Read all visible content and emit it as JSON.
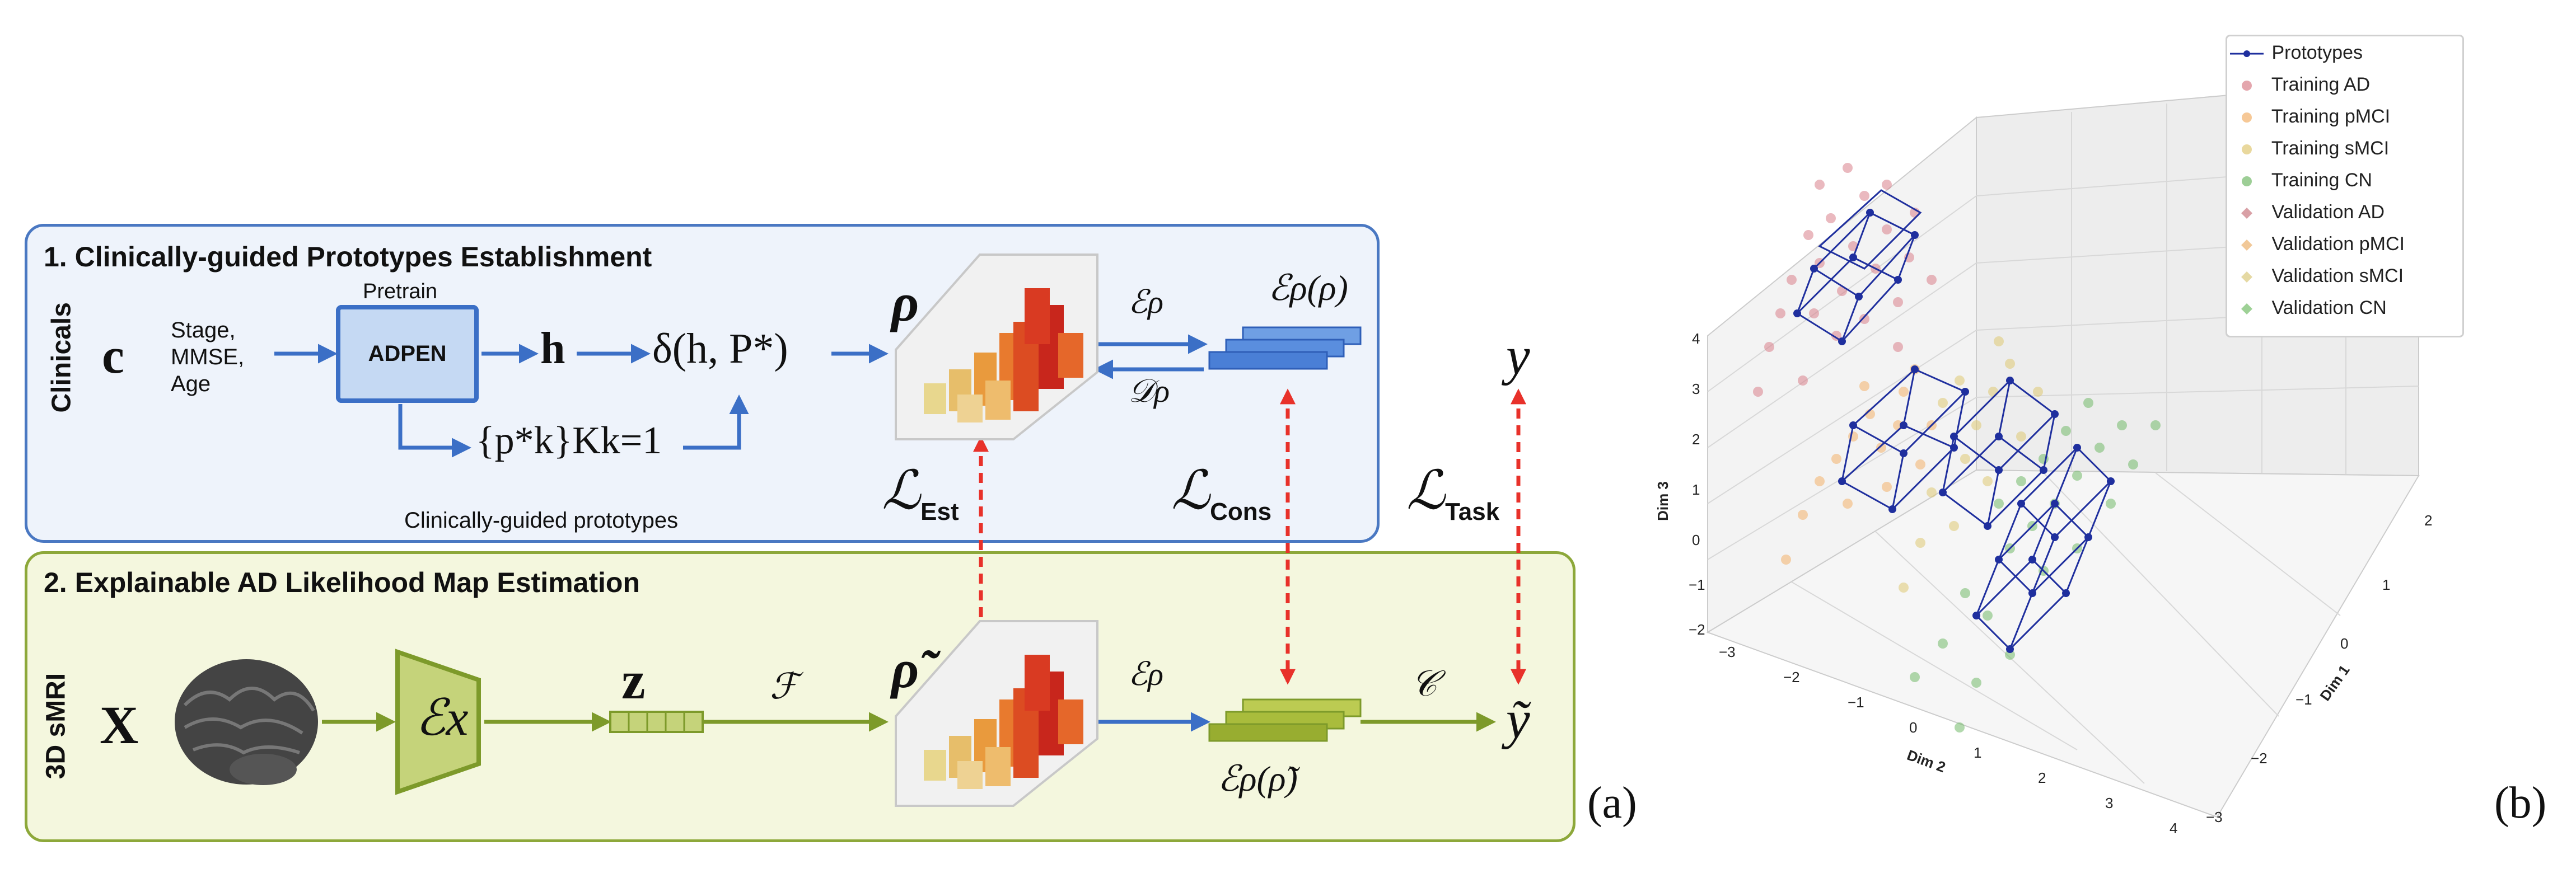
{
  "panel_a": {
    "section1_title": "1. Clinically-guided Prototypes Establishment",
    "section2_title": "2. Explainable AD Likelihood Map Estimation",
    "row1_label": "Clinicals",
    "row2_label": "3D sMRI",
    "input_c": "c",
    "clinical_inputs": [
      "Stage,",
      "MMSE,",
      "Age"
    ],
    "pretrain_label": "Pretrain",
    "adpen_label": "ADPEN",
    "h_symbol": "h",
    "delta_expr": "δ(h, P*)",
    "prototypes_expr": "{p*k}Kk=1",
    "prototypes_caption": "Clinically-guided prototypes",
    "rho": "ρ",
    "rho_tilde": "ρ̃",
    "enc_rho": "ℰρ",
    "dec_rho": "𝒟ρ",
    "enc_rho_of_rho": "ℰρ(ρ)",
    "enc_rho_of_rho_tilde": "ℰρ(ρ̃)",
    "y": "y",
    "y_tilde": "ỹ",
    "X": "X",
    "enc_x": "ℰx",
    "z": "z",
    "F": "ℱ",
    "C": "𝒞",
    "loss_est": {
      "symbol": "ℒ",
      "sub": "Est"
    },
    "loss_cons": {
      "symbol": "ℒ",
      "sub": "Cons"
    },
    "loss_task": {
      "symbol": "ℒ",
      "sub": "Task"
    },
    "panel_label": "(a)"
  },
  "panel_b": {
    "panel_label": "(b)",
    "legend": [
      {
        "label": "Prototypes",
        "color": "#1f2f9e",
        "marker": "line-dot"
      },
      {
        "label": "Training AD",
        "color": "#d9808a",
        "marker": "circle"
      },
      {
        "label": "Training pMCI",
        "color": "#f2b06a",
        "marker": "circle"
      },
      {
        "label": "Training sMCI",
        "color": "#dfc873",
        "marker": "circle"
      },
      {
        "label": "Training CN",
        "color": "#73b96a",
        "marker": "circle"
      },
      {
        "label": "Validation AD",
        "color": "#d9a0a6",
        "marker": "diamond"
      },
      {
        "label": "Validation pMCI",
        "color": "#f1c898",
        "marker": "diamond"
      },
      {
        "label": "Validation sMCI",
        "color": "#e5d9a3",
        "marker": "diamond"
      },
      {
        "label": "Validation CN",
        "color": "#9ed196",
        "marker": "diamond"
      }
    ],
    "axis_labels": {
      "x": "Dim 2",
      "y": "Dim 1",
      "z": "Dim 3"
    },
    "dim2_ticks": [
      "−3",
      "−2",
      "−1",
      "0",
      "1",
      "2",
      "3",
      "4"
    ],
    "dim1_ticks": [
      "2",
      "1",
      "0",
      "−1",
      "−2",
      "−3"
    ],
    "dim3_ticks": [
      "4",
      "3",
      "2",
      "1",
      "0",
      "−1",
      "−2"
    ]
  },
  "colors": {
    "blue_border": "#4a78c2",
    "green_border": "#8da83a",
    "blue_arrow": "#3b6fc6",
    "green_arrow": "#7d9a2a",
    "red_dashed": "#e8312a"
  }
}
